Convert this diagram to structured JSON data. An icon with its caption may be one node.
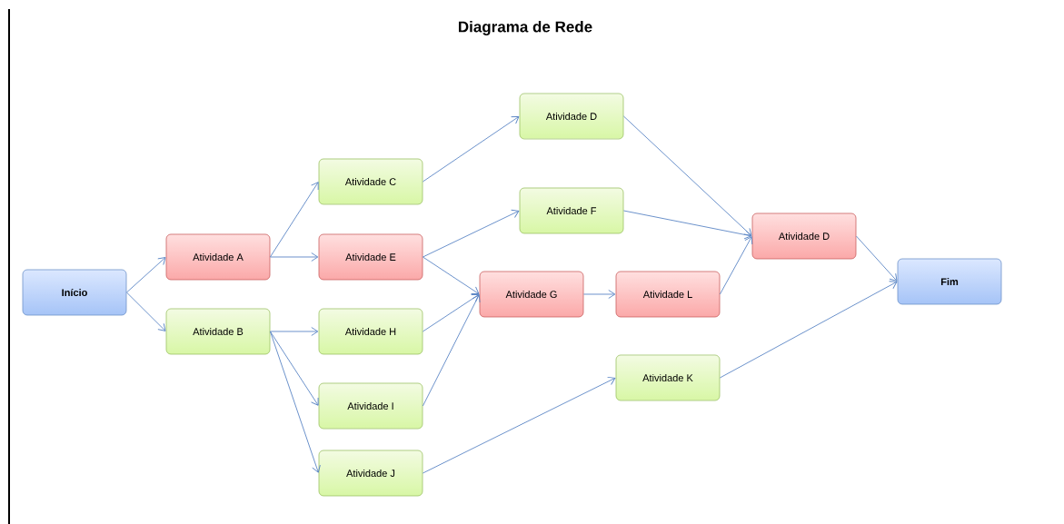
{
  "diagram": {
    "title": "Diagrama de Rede",
    "nodes": [
      {
        "text": [
          "Início"
        ]
      },
      {
        "text": [
          "Atividade A"
        ]
      },
      {
        "text": [
          "Atividade B"
        ]
      },
      {
        "text": [
          "Atividade C"
        ]
      },
      {
        "text": [
          "Atividade E"
        ]
      },
      {
        "text": [
          "Atividade H"
        ]
      },
      {
        "text": [
          "Atividade I"
        ]
      },
      {
        "text": [
          "Atividade J"
        ]
      },
      {
        "text": [
          "Atividade D"
        ]
      },
      {
        "text": [
          "Atividade F"
        ]
      },
      {
        "text": [
          "Atividade G"
        ]
      },
      {
        "text": [
          "Atividade L"
        ]
      },
      {
        "text": [
          "Atividade K"
        ]
      },
      {
        "text": [
          "Atividade D"
        ]
      },
      {
        "text": [
          "Fim"
        ]
      }
    ],
    "edges": [
      {
        "from": 0,
        "to": 1,
        "arrow": "to"
      },
      {
        "from": 0,
        "to": 2,
        "arrow": "to"
      },
      {
        "from": 1,
        "to": 3,
        "arrow": "to"
      },
      {
        "from": 1,
        "to": 4,
        "arrow": "to"
      },
      {
        "from": 2,
        "to": 5,
        "arrow": "to"
      },
      {
        "from": 2,
        "to": 6,
        "arrow": "to"
      },
      {
        "from": 2,
        "to": 7,
        "arrow": "to"
      },
      {
        "from": 3,
        "to": 8,
        "arrow": "to"
      },
      {
        "from": 4,
        "to": 9,
        "arrow": "to"
      },
      {
        "from": 4,
        "to": 10,
        "arrow": "to"
      },
      {
        "from": 5,
        "to": 10,
        "arrow": "to"
      },
      {
        "from": 6,
        "to": 10,
        "arrow": "to"
      },
      {
        "from": 7,
        "to": 12,
        "arrow": "to"
      },
      {
        "from": 8,
        "to": 13,
        "arrow": "to"
      },
      {
        "from": 9,
        "to": 13,
        "arrow": "to"
      },
      {
        "from": 10,
        "to": 11,
        "arrow": "to"
      },
      {
        "from": 11,
        "to": 13,
        "arrow": "to"
      },
      {
        "from": 13,
        "to": 14,
        "arrow": "to"
      },
      {
        "from": 12,
        "to": 14,
        "arrow": "to"
      }
    ]
  }
}
